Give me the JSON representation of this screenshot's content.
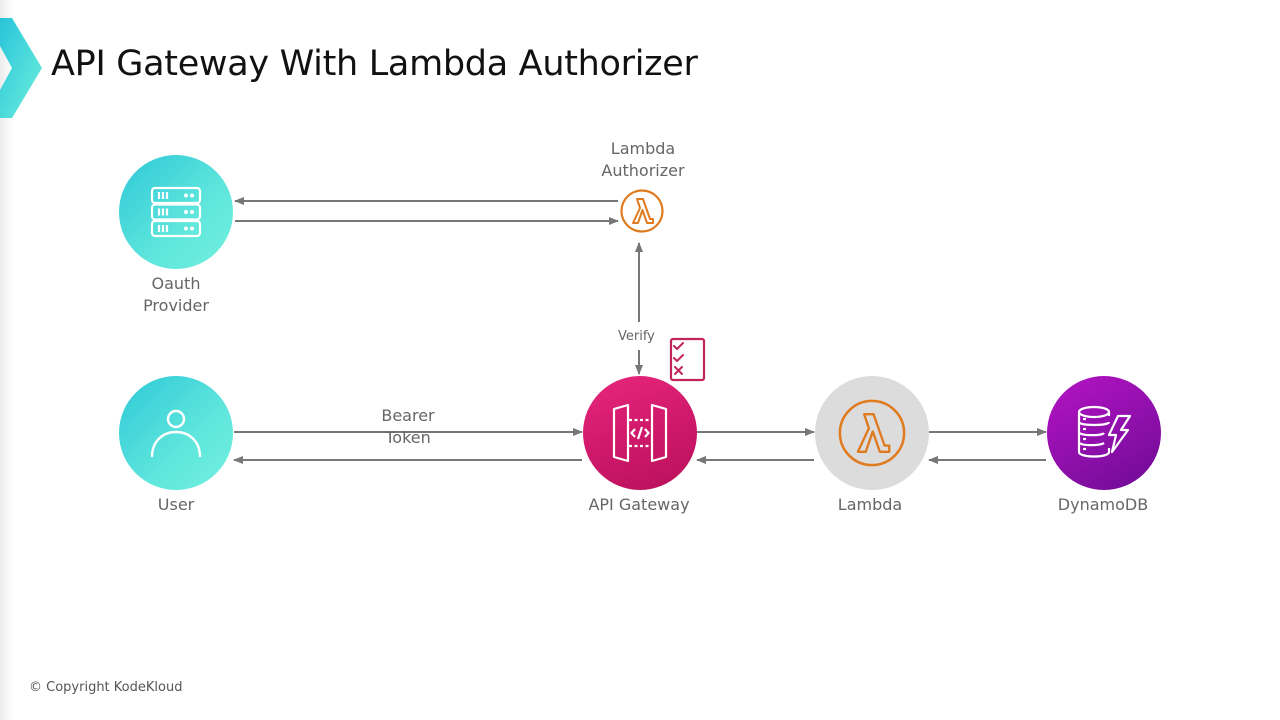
{
  "slide": {
    "title": "API Gateway With Lambda Authorizer",
    "copyright": "© Copyright KodeKloud"
  },
  "nodes": {
    "oauth": {
      "label": "Oauth\nProvider",
      "icon": "server-stack-icon",
      "color": "#4dd9dd"
    },
    "authorizer": {
      "label": "Lambda\nAuthorizer",
      "icon": "lambda-icon",
      "color": "#e07a1f"
    },
    "user": {
      "label": "User",
      "icon": "user-icon",
      "color": "#4dd9dd"
    },
    "apigw": {
      "label": "API Gateway",
      "icon": "api-gateway-icon",
      "color": "#d81b6f"
    },
    "lambda": {
      "label": "Lambda",
      "icon": "lambda-icon",
      "color": "#dcdcdc"
    },
    "dynamodb": {
      "label": "DynamoDB",
      "icon": "dynamodb-icon",
      "color": "#9b12b5"
    }
  },
  "edges": {
    "bearer_token": "Bearer\nToken",
    "verify": "Verify"
  },
  "checklist_icon": {
    "name": "checklist-icon",
    "color": "#c0245a"
  },
  "arrow_color": "#777777"
}
